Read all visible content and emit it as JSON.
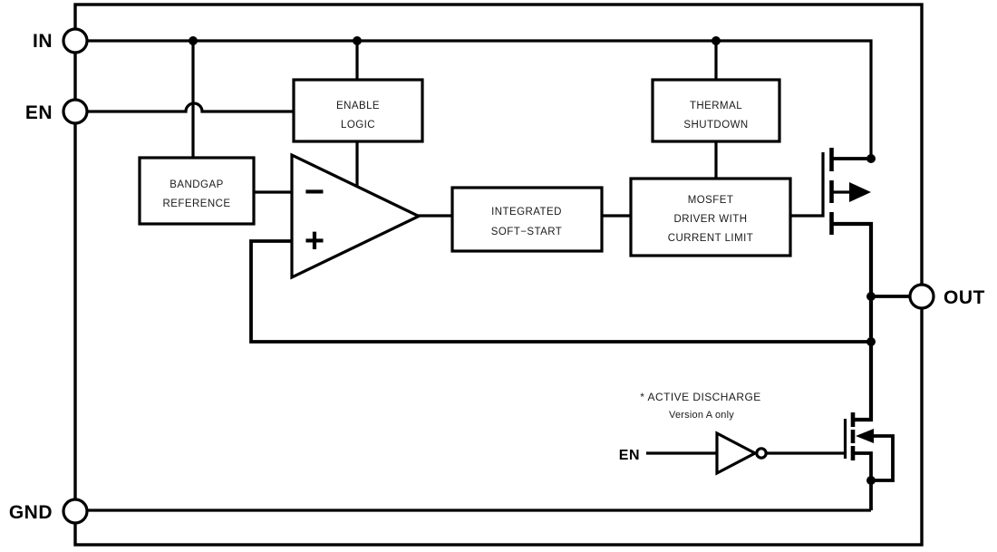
{
  "pins": {
    "in": "IN",
    "en": "EN",
    "gnd": "GND",
    "out": "OUT"
  },
  "blocks": {
    "enable_logic": {
      "lines": [
        "ENABLE",
        "LOGIC"
      ]
    },
    "bandgap_reference": {
      "lines": [
        "BANDGAP",
        "REFERENCE"
      ]
    },
    "thermal_shutdown": {
      "lines": [
        "THERMAL",
        "SHUTDOWN"
      ]
    },
    "integrated_soft_start": {
      "lines": [
        "INTEGRATED",
        "SOFT−START"
      ]
    },
    "mosfet_driver_current_limit": {
      "lines": [
        "MOSFET",
        "DRIVER WITH",
        "CURRENT LIMIT"
      ]
    }
  },
  "error_amplifier": {
    "inverting_label": "−",
    "noninverting_label": "+"
  },
  "active_discharge": {
    "note_title": "* ACTIVE DISCHARGE",
    "note_subtitle": "Version A only",
    "input_label": "EN"
  },
  "colors": {
    "line": "#000000",
    "background": "#ffffff"
  }
}
